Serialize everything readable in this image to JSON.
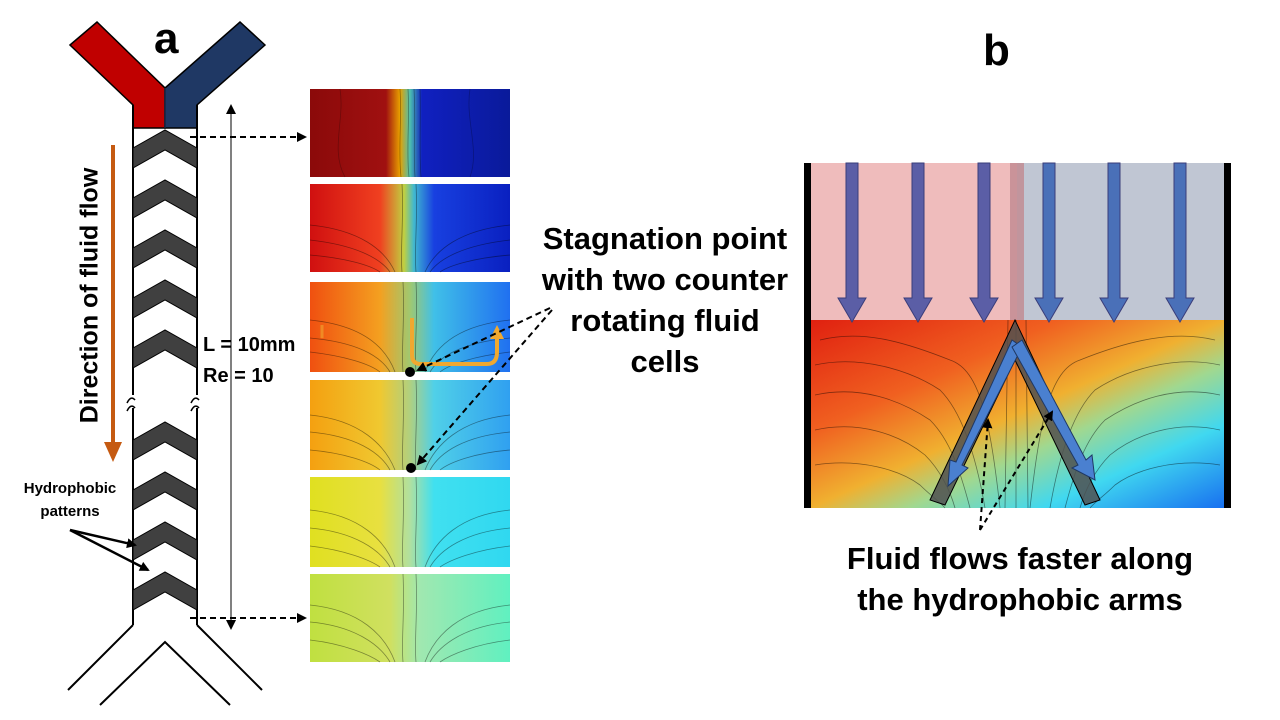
{
  "panel_a": {
    "letter": "a",
    "flow_direction_label": "Direction of fluid flow",
    "patterns_label_line1": "Hydrophobic",
    "patterns_label_line2": "patterns",
    "length_label": "L = 10mm",
    "reynolds_label": "Re = 10",
    "stagnation_line1": "Stagnation point",
    "stagnation_line2": "with two counter",
    "stagnation_line3": "rotating fluid",
    "stagnation_line4": "cells"
  },
  "panel_b": {
    "letter": "b",
    "caption_line1": "Fluid flows faster along",
    "caption_line2": "the hydrophobic arms"
  },
  "colors": {
    "inlet_red": "#C00000",
    "inlet_blue": "#1F3864",
    "flow_arrow": "#C55A11",
    "chevron": "#404040",
    "vortex_arrow": "#F0A830",
    "inflow_arrow": "#5B5EA6"
  }
}
